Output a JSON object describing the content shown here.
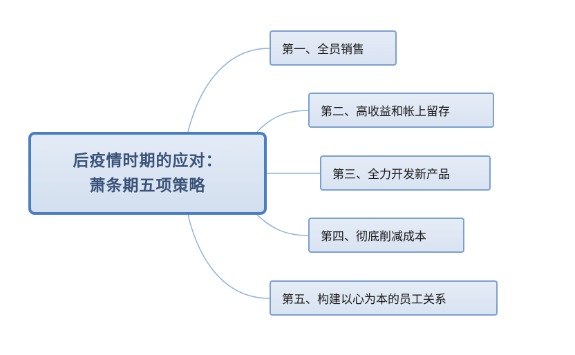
{
  "mindmap": {
    "central": {
      "line1": "后疫情时期的应对：",
      "line2": "萧条期五项策略"
    },
    "branches": [
      {
        "label": "第一、全员销售"
      },
      {
        "label": "第二、高收益和帐上留存"
      },
      {
        "label": "第三、全力开发新产品"
      },
      {
        "label": "第四、彻底削减成本"
      },
      {
        "label": "第五、构建以心为本的员工关系"
      }
    ],
    "colors": {
      "central_border": "#4a7ec2",
      "central_fill": "#d3dfef",
      "central_text": "#3a5278",
      "branch_border": "#7aa0d0",
      "branch_fill": "#dfe7f3",
      "connector": "#8db0da"
    }
  }
}
